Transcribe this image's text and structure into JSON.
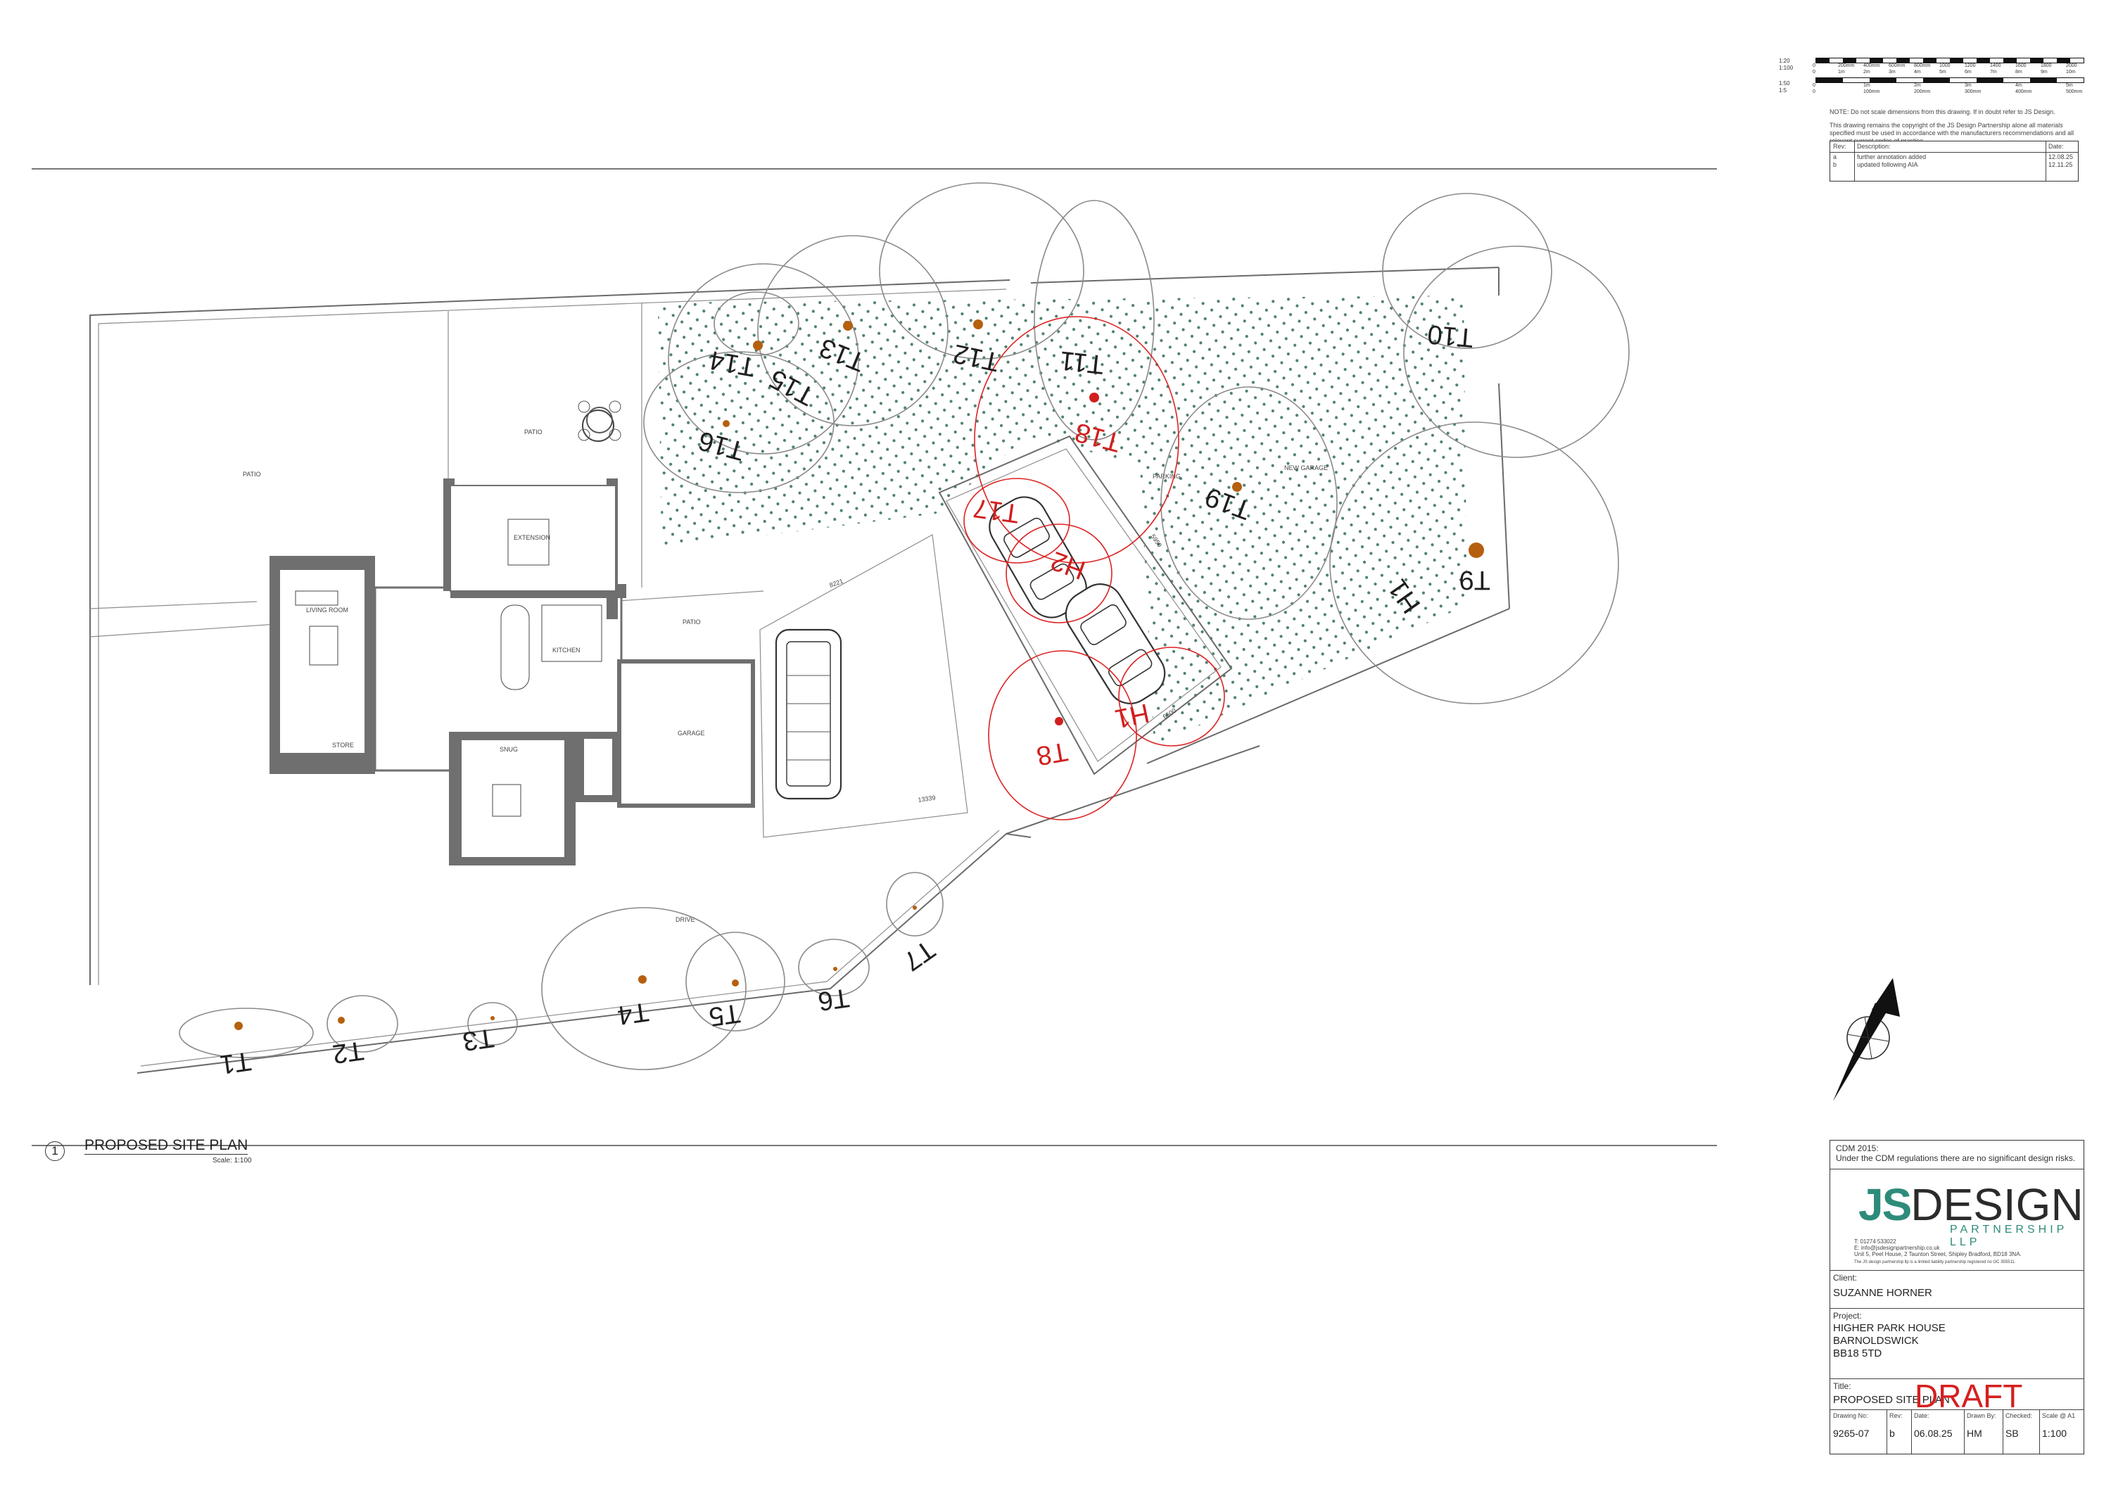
{
  "scale_bar": {
    "rows": [
      {
        "scale": "1:20",
        "ticks": [
          "0",
          "200mm",
          "400mm",
          "600mm",
          "800mm",
          "1000",
          "1200",
          "1400",
          "1600",
          "1800",
          "2000"
        ]
      },
      {
        "scale": "1:100",
        "ticks": [
          "0",
          "1m",
          "2m",
          "3m",
          "4m",
          "5m",
          "6m",
          "7m",
          "8m",
          "9m",
          "10m"
        ]
      },
      {
        "scale": "1:50",
        "ticks": [
          "0",
          "1m",
          "2m",
          "3m",
          "4m",
          "5m"
        ]
      },
      {
        "scale": "1:5",
        "ticks": [
          "0",
          "100mm",
          "200mm",
          "300mm",
          "400mm",
          "500mm"
        ]
      }
    ]
  },
  "notes": {
    "note1": "NOTE: Do not scale dimensions from this drawing. If in doubt refer to JS Design.",
    "note2": "This drawing remains the copyright of the JS Design Partnership alone all materials specified must be used in accordance with the manufacturers recommendations and all relevant current codes of practice."
  },
  "revisions": {
    "headers": {
      "rev": "Rev:",
      "description": "Description:",
      "date": "Date:"
    },
    "rows": [
      {
        "rev": "a",
        "description": "further annotation added",
        "date": "12.08.25"
      },
      {
        "rev": "b",
        "description": "updated following AIA",
        "date": "12.11.25"
      }
    ]
  },
  "cdm": {
    "title": "CDM 2015:",
    "text": "Under the CDM regulations there are no significant design risks."
  },
  "company": {
    "logo_js": "JS",
    "logo_design": "DESIGN",
    "logo_sub": "PARTNERSHIP LLP",
    "tel": "T: 01274 533022",
    "email": "E: info@jsdesignpartnership.co.uk",
    "address": "Unit 5, Peel House, 2 Taunton Street, Shipley Bradford, BD18 3NA.",
    "legal": "The JS design partnership llp is a limited liability partnership registered no OC 355511.",
    "brand_color": "#2e8b7a"
  },
  "client": {
    "label": "Client:",
    "name": "SUZANNE HORNER"
  },
  "project": {
    "label": "Project:",
    "line1": "HIGHER PARK HOUSE",
    "line2": "BARNOLDSWICK",
    "line3": "BB18 5TD"
  },
  "title": {
    "label": "Title:",
    "value": "PROPOSED SITE PLAN",
    "stamp": "DRAFT",
    "stamp_color": "#d61f1f"
  },
  "drawing_info": {
    "headers": [
      "Drawing No:",
      "Rev:",
      "Date:",
      "Drawn By:",
      "Checked:",
      "Scale @ A1"
    ],
    "values": [
      "9265-07",
      "b",
      "06.08.25",
      "HM",
      "SB",
      "1:100"
    ]
  },
  "plan_caption": {
    "number": "1",
    "title": "PROPOSED SITE PLAN",
    "scale": "Scale: 1:100"
  },
  "rooms": {
    "patio_west": "PATIO",
    "patio_north": "PATIO",
    "patio_east": "PATIO",
    "extension": "EXTENSION",
    "living_room": "LIVING ROOM",
    "kitchen": "KITCHEN",
    "snug": "SNUG",
    "store": "STORE",
    "garage": "GARAGE",
    "drive": "DRIVE",
    "parking": "PARKING",
    "new_garage": "NEW GARAGE"
  },
  "dimensions": {
    "drive_length": "13339",
    "d1": "8221",
    "d2": "6500",
    "d3": "5950"
  },
  "trees": {
    "T1": "T1",
    "T2": "T2",
    "T3": "T3",
    "T4": "T4",
    "T5": "T5",
    "T6": "T6",
    "T7": "T7",
    "T8": "T8",
    "T9": "T9",
    "T10": "T10",
    "T11": "T11",
    "T12": "T12",
    "T13": "T13",
    "T14": "T14",
    "T15": "T15",
    "T16": "T16",
    "T17": "T17",
    "T18": "T18",
    "T19": "T19",
    "H1": "H1",
    "H1b": "H1",
    "H2": "H2"
  },
  "colors": {
    "tree_marker": "#b5600f",
    "removal_red": "#d11f1f",
    "wall_grey": "#6f6f6f"
  }
}
